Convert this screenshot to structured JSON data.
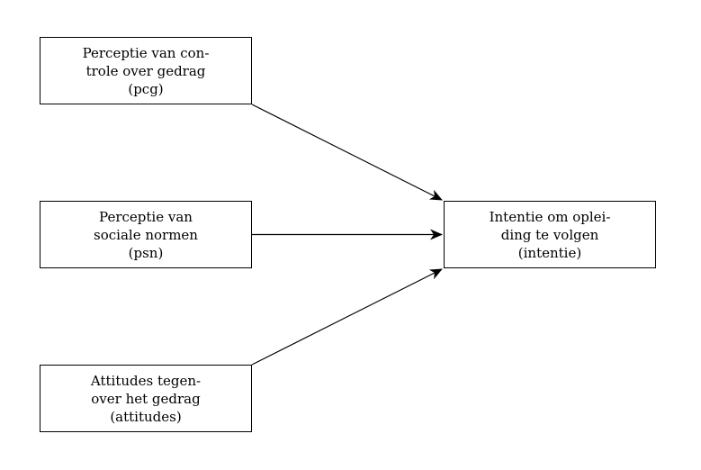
{
  "nodes": {
    "pcg": {
      "lines": [
        "Perceptie van con-",
        "trole over gedrag",
        "(pcg)"
      ]
    },
    "psn": {
      "lines": [
        "Perceptie van",
        "sociale normen",
        "(psn)"
      ]
    },
    "attitudes": {
      "lines": [
        "Attitudes tegen-",
        "over het gedrag",
        "(attitudes)"
      ]
    },
    "intentie": {
      "lines": [
        "Intentie om oplei-",
        "ding te volgen",
        "(intentie)"
      ]
    }
  },
  "edges": [
    {
      "from": "pcg",
      "to": "intentie"
    },
    {
      "from": "psn",
      "to": "intentie"
    },
    {
      "from": "attitudes",
      "to": "intentie"
    }
  ]
}
